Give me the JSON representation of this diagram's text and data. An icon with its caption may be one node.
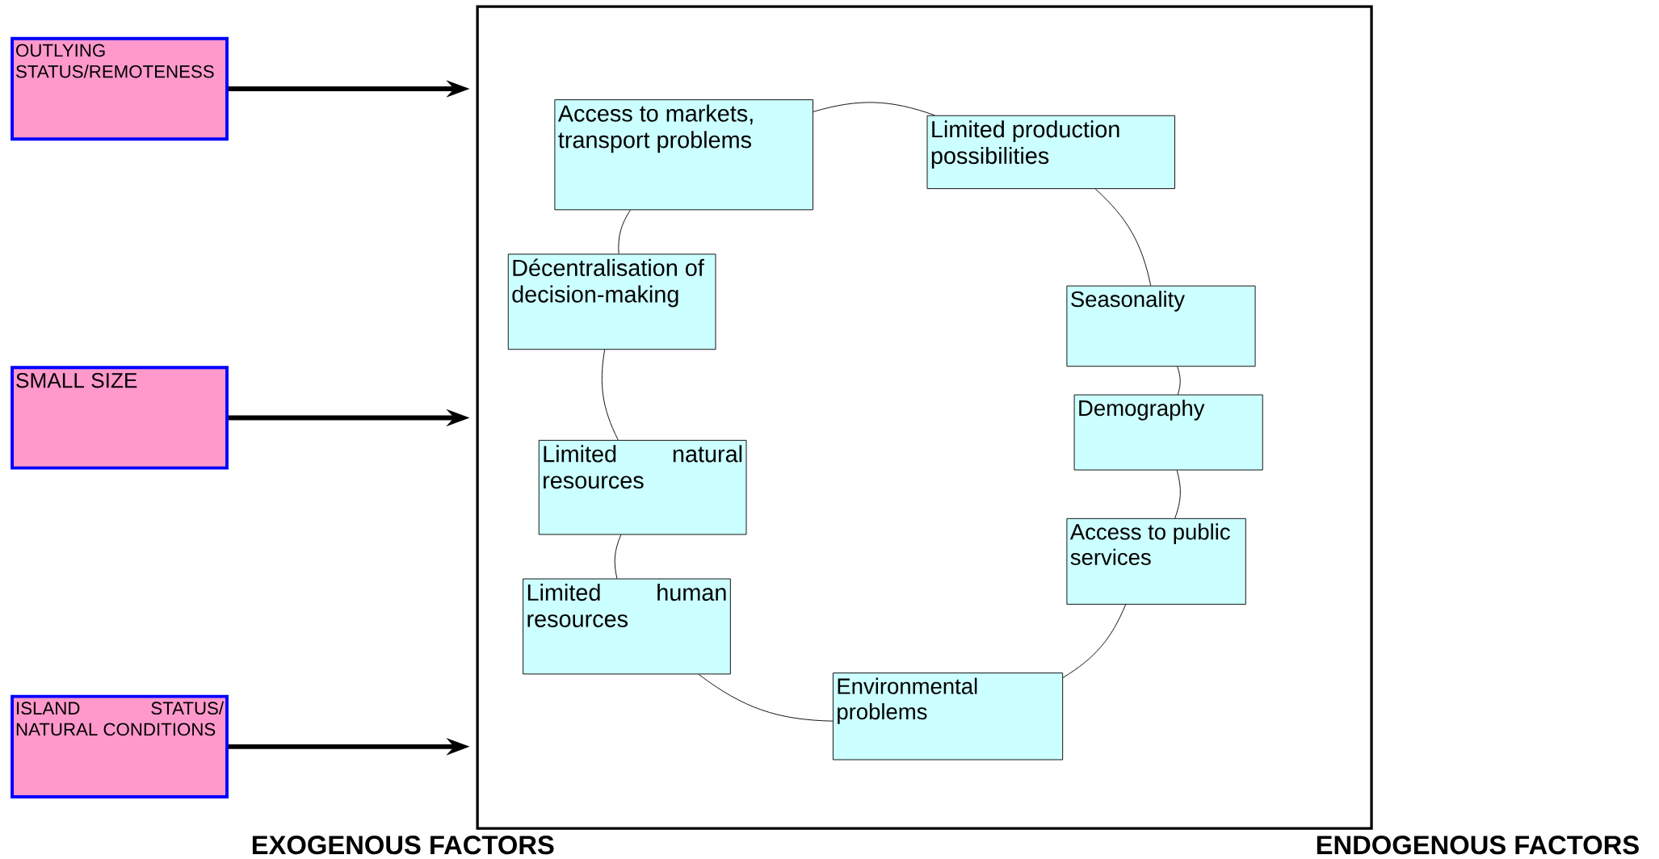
{
  "diagram": {
    "nodes": [
      {
        "text": [
          "OUTLYING STATUS/REMOTENESS"
        ]
      },
      {
        "text": [
          "SMALL SIZE"
        ]
      },
      {
        "text": [
          "ISLAND STATUS/ NATURAL CONDITIONS"
        ]
      },
      {
        "text": [],
        "shape": "box"
      },
      {
        "text": [
          "Access to markets, transport problems"
        ],
        "in": 3
      },
      {
        "text": [
          "Limited production possibilities"
        ],
        "in": 3
      },
      {
        "text": [
          "Décentralisation of decision-making"
        ],
        "in": 3
      },
      {
        "text": [
          "Seasonality"
        ],
        "in": 3
      },
      {
        "text": [
          "Demography"
        ],
        "in": 3
      },
      {
        "text": [
          "Limited natural resources"
        ],
        "in": 3
      },
      {
        "text": [
          "Access to public services"
        ],
        "in": 3
      },
      {
        "text": [
          "Limited human resources"
        ],
        "in": 3
      },
      {
        "text": [
          "Environmental problems"
        ],
        "in": 3
      }
    ],
    "edges": [
      {
        "from": 0,
        "to": 3,
        "arrow": "to",
        "style": "thick"
      },
      {
        "from": 1,
        "to": 3,
        "arrow": "to",
        "style": "thick"
      },
      {
        "from": 2,
        "to": 3,
        "arrow": "to",
        "style": "thick"
      },
      {
        "from": 4,
        "to": 5,
        "arrow": "none"
      },
      {
        "from": 5,
        "to": 7,
        "arrow": "none"
      },
      {
        "from": 7,
        "to": 8,
        "arrow": "none"
      },
      {
        "from": 8,
        "to": 10,
        "arrow": "none"
      },
      {
        "from": 10,
        "to": 12,
        "arrow": "none"
      },
      {
        "from": 12,
        "to": 11,
        "arrow": "none"
      },
      {
        "from": 11,
        "to": 9,
        "arrow": "none"
      },
      {
        "from": 9,
        "to": 6,
        "arrow": "none"
      },
      {
        "from": 6,
        "to": 4,
        "arrow": "none"
      }
    ],
    "labels": [
      "EXOGENOUS FACTORS",
      "ENDOGENOUS FACTORS"
    ]
  }
}
